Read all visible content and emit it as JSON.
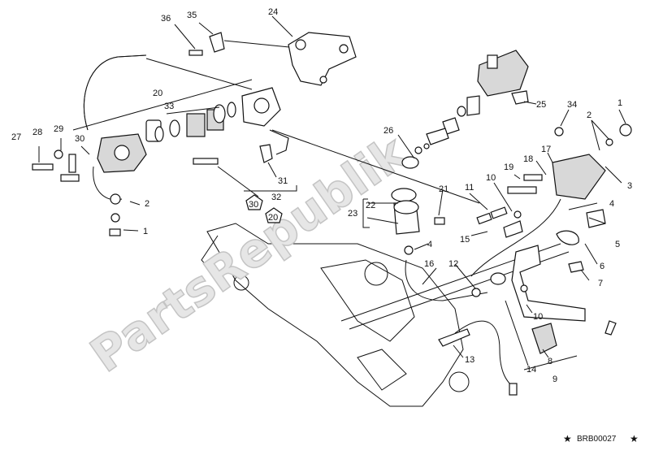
{
  "watermark": "PartsRepublik",
  "code": "BRB00027",
  "star": "★",
  "labels": [
    {
      "id": "l36",
      "text": "36"
    },
    {
      "id": "l35",
      "text": "35"
    },
    {
      "id": "l24",
      "text": "24"
    },
    {
      "id": "l20",
      "text": "20"
    },
    {
      "id": "l33",
      "text": "33"
    },
    {
      "id": "l28",
      "text": "28"
    },
    {
      "id": "l29",
      "text": "29"
    },
    {
      "id": "l27",
      "text": "27"
    },
    {
      "id": "l30a",
      "text": "30"
    },
    {
      "id": "l2a",
      "text": "2"
    },
    {
      "id": "l1a",
      "text": "1"
    },
    {
      "id": "l31",
      "text": "31"
    },
    {
      "id": "l32",
      "text": "32"
    },
    {
      "id": "l30b",
      "text": "30"
    },
    {
      "id": "l20b",
      "text": "20"
    },
    {
      "id": "l26",
      "text": "26"
    },
    {
      "id": "l25",
      "text": "25"
    },
    {
      "id": "l22",
      "text": "22"
    },
    {
      "id": "l23",
      "text": "23"
    },
    {
      "id": "l21",
      "text": "21"
    },
    {
      "id": "l4a",
      "text": "4"
    },
    {
      "id": "l16",
      "text": "16"
    },
    {
      "id": "l12",
      "text": "12"
    },
    {
      "id": "l11",
      "text": "11"
    },
    {
      "id": "l10a",
      "text": "10"
    },
    {
      "id": "l15",
      "text": "15"
    },
    {
      "id": "l19",
      "text": "19"
    },
    {
      "id": "l18",
      "text": "18"
    },
    {
      "id": "l17",
      "text": "17"
    },
    {
      "id": "l34",
      "text": "34"
    },
    {
      "id": "l2b",
      "text": "2"
    },
    {
      "id": "l1b",
      "text": "1"
    },
    {
      "id": "l3",
      "text": "3"
    },
    {
      "id": "l4b",
      "text": "4"
    },
    {
      "id": "l5",
      "text": "5"
    },
    {
      "id": "l6",
      "text": "6"
    },
    {
      "id": "l7",
      "text": "7"
    },
    {
      "id": "l10b",
      "text": "10"
    },
    {
      "id": "l13",
      "text": "13"
    },
    {
      "id": "l14",
      "text": "14"
    },
    {
      "id": "l8",
      "text": "8"
    },
    {
      "id": "l9",
      "text": "9"
    }
  ]
}
